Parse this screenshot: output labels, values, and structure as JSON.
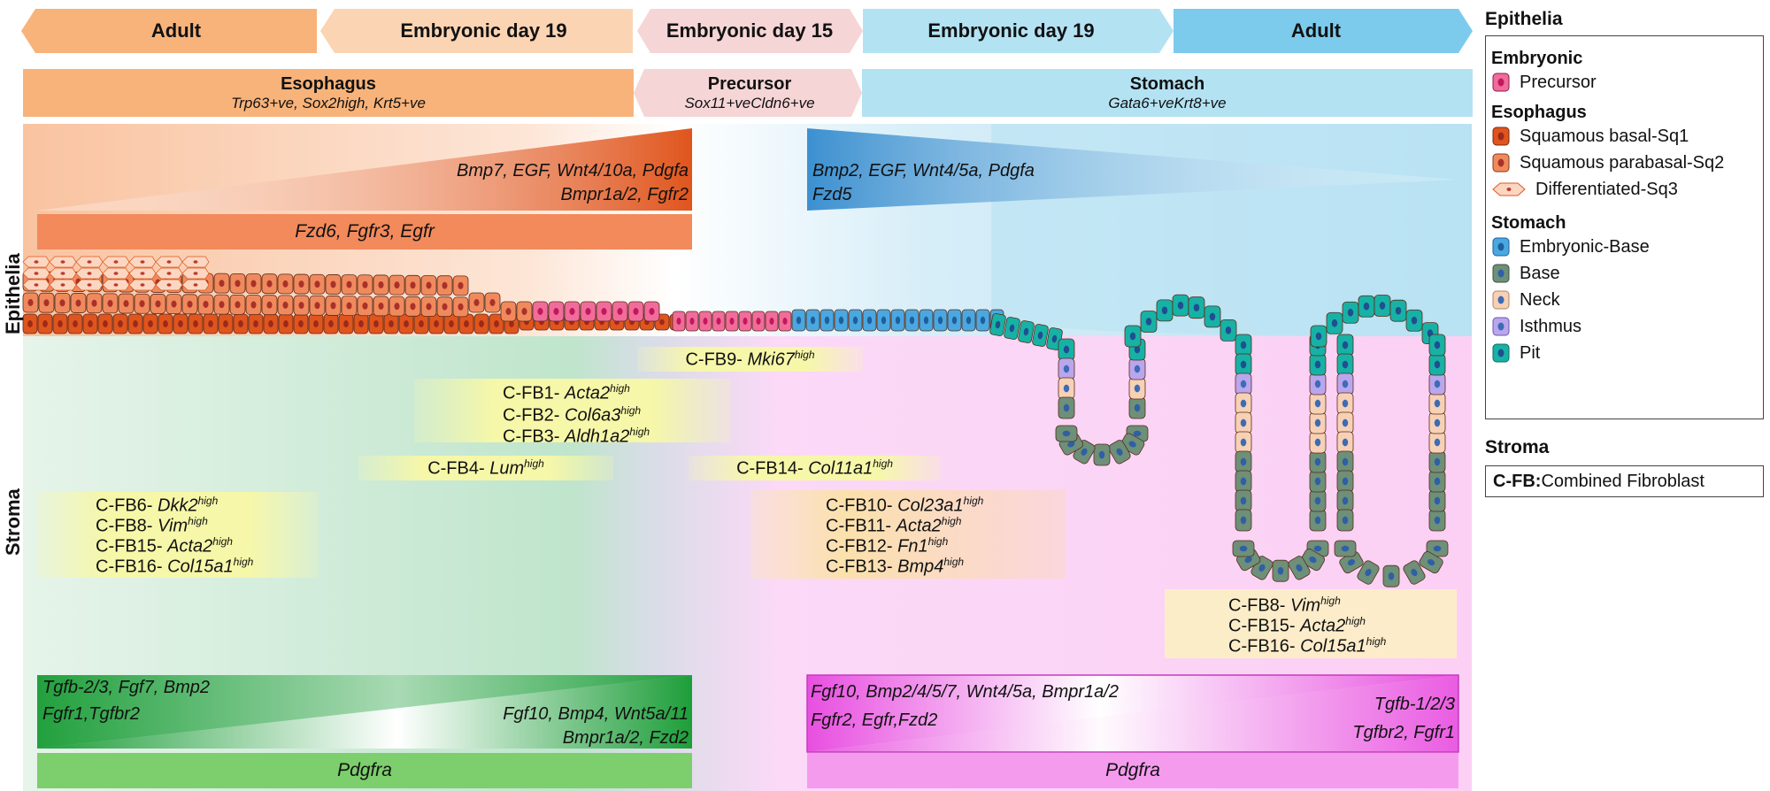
{
  "stage_banners": [
    {
      "label": "Adult",
      "color": "#f8b37a"
    },
    {
      "label": "Embryonic day 19",
      "color": "#fbd4b3"
    },
    {
      "label": "Embryonic day 15",
      "color": "#f6d5d6"
    },
    {
      "label": "Embryonic day 19",
      "color": "#b3e2f3"
    },
    {
      "label": "Adult",
      "color": "#7ccbec"
    }
  ],
  "tissues": {
    "esophagus": {
      "name": "Esophagus",
      "markers": "Trp63+ve, Sox2high, Krt5+ve"
    },
    "precursor": {
      "name": "Precursor",
      "markers": "Sox11+veCldn6+ve"
    },
    "stomach": {
      "name": "Stomach",
      "markers": "Gata6+veKrt8+ve"
    }
  },
  "side_labels": {
    "epithelia": "Epithelia",
    "stroma": "Stroma"
  },
  "epithelial_signals": {
    "esophagus_ligands": "Bmp7, EGF, Wnt4/10a, Pdgfa",
    "esophagus_receptors": "Bmpr1a/2, Fgfr2",
    "esophagus_bar": "Fzd6, Fgfr3, Egfr",
    "stomach_ligands": "Bmp2, EGF, Wnt4/5a, Pdgfa",
    "stomach_receptors": "Fzd5"
  },
  "fibroblasts": {
    "fb9": {
      "prefix": "C-FB9- ",
      "gene": "Mki67",
      "sup": "high"
    },
    "group_a": [
      {
        "prefix": "C-FB1- ",
        "gene": "Acta2",
        "sup": "high"
      },
      {
        "prefix": "C-FB2- ",
        "gene": "Col6a3",
        "sup": "high"
      },
      {
        "prefix": "C-FB3- ",
        "gene": "Aldh1a2",
        "sup": "high"
      }
    ],
    "fb4": {
      "prefix": "C-FB4- ",
      "gene": "Lum",
      "sup": "high"
    },
    "fb14": {
      "prefix": "C-FB14- ",
      "gene": "Col11a1",
      "sup": "high"
    },
    "group_left": [
      {
        "prefix": "C-FB6- ",
        "gene": "Dkk2",
        "sup": "high"
      },
      {
        "prefix": "C-FB8- ",
        "gene": "Vim",
        "sup": "high"
      },
      {
        "prefix": "C-FB15- ",
        "gene": "Acta2",
        "sup": "high"
      },
      {
        "prefix": "C-FB16- ",
        "gene": "Col15a1",
        "sup": "high"
      }
    ],
    "group_mid": [
      {
        "prefix": "C-FB10- ",
        "gene": "Col23a1",
        "sup": "high"
      },
      {
        "prefix": "C-FB11- ",
        "gene": "Acta2",
        "sup": "high"
      },
      {
        "prefix": "C-FB12- ",
        "gene": "Fn1",
        "sup": "high"
      },
      {
        "prefix": "C-FB13- ",
        "gene": "Bmp4",
        "sup": "high"
      }
    ],
    "group_right": [
      {
        "prefix": "C-FB8- ",
        "gene": "Vim",
        "sup": "high"
      },
      {
        "prefix": "C-FB15- ",
        "gene": "Acta2",
        "sup": "high"
      },
      {
        "prefix": "C-FB16- ",
        "gene": "Col15a1",
        "sup": "high"
      }
    ]
  },
  "stromal_signals": {
    "esophagus_top": "Tgfb-2/3, Fgf7, Bmp2",
    "esophagus_top2": "Fgfr1,Tgfbr2",
    "esophagus_bottom": "Fgf10, Bmp4, Wnt5a/11",
    "esophagus_bottom2": "Bmpr1a/2, Fzd2",
    "esophagus_bar": "Pdgfra",
    "stomach_top": "Fgf10, Bmp2/4/5/7, Wnt4/5a, Bmpr1a/2",
    "stomach_top2": "Fgfr2, Egfr,Fzd2",
    "stomach_bottom": "Tgfb-1/2/3",
    "stomach_bottom2": "Tgfbr2, Fgfr1",
    "stomach_bar": "Pdgfra"
  },
  "legend": {
    "title": "Epithelia",
    "sections": [
      {
        "title": "Embryonic",
        "items": [
          {
            "label": "Precursor",
            "color": "#f06c9b",
            "nucleus": "#c2185b"
          }
        ]
      },
      {
        "title": "Esophagus",
        "items": [
          {
            "label": "Squamous basal-Sq1",
            "color": "#e0551d",
            "nucleus": "#9b2a1a"
          },
          {
            "label": "Squamous parabasal-Sq2",
            "color": "#f08a5d",
            "nucleus": "#a8322a"
          },
          {
            "label": "Differentiated-Sq3",
            "color": "#fbd7c2",
            "nucleus": "#c0392b"
          }
        ]
      },
      {
        "title": "Stomach",
        "items": [
          {
            "label": "Embryonic-Base",
            "color": "#4aa8e0",
            "nucleus": "#1f5e9e"
          },
          {
            "label": "Base",
            "color": "#6e8f78",
            "nucleus": "#2f5fa4"
          },
          {
            "label": "Neck",
            "color": "#f7d1b5",
            "nucleus": "#3d6bb5"
          },
          {
            "label": "Isthmus",
            "color": "#b9a6ec",
            "nucleus": "#3d6bb5"
          },
          {
            "label": "Pit",
            "color": "#17b2a5",
            "nucleus": "#1f4f91"
          }
        ]
      }
    ],
    "stroma_title": "Stroma",
    "cfb_key": "C-FB:",
    "cfb_text": " Combined Fibroblast"
  }
}
